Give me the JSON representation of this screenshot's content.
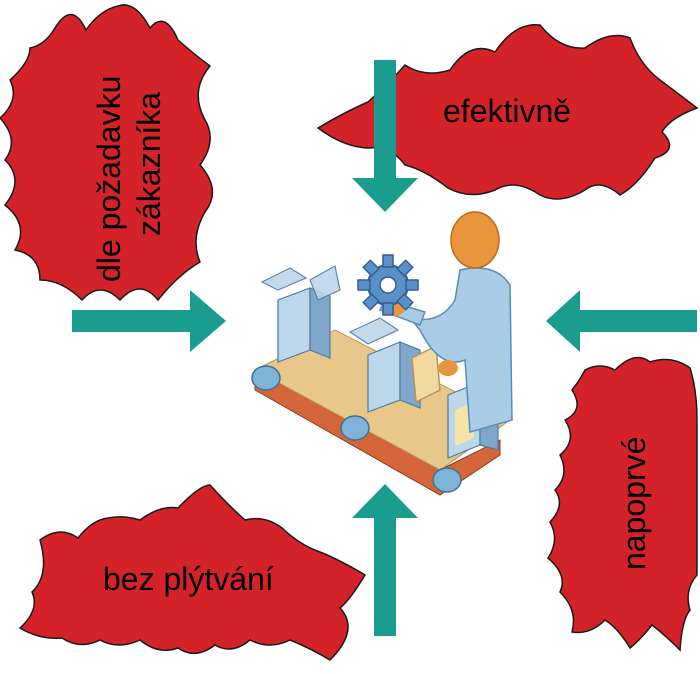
{
  "labels": {
    "top_left_line1": "dle požadavku",
    "top_left_line2": "zákazníka",
    "top_right": "efektivně",
    "right": "napoprvé",
    "bottom_left": "bez plýtvání"
  },
  "colors": {
    "burst_fill": "#d42229",
    "burst_stroke": "#1a1a1a",
    "arrow": "#1a9d8f",
    "belt": "#e8c88a",
    "belt_side": "#d4663a",
    "roller": "#7fb3d8",
    "box": "#bcd6ea",
    "box_dark": "#7ea7c9",
    "worker_shirt": "#a9cde6",
    "worker_head": "#e8953c",
    "gear": "#5b8fc7"
  },
  "icons": {
    "arrows": [
      "arrow-down-icon",
      "arrow-right-icon",
      "arrow-left-icon",
      "arrow-up-icon"
    ],
    "center": "assembly-line-worker-icon"
  }
}
